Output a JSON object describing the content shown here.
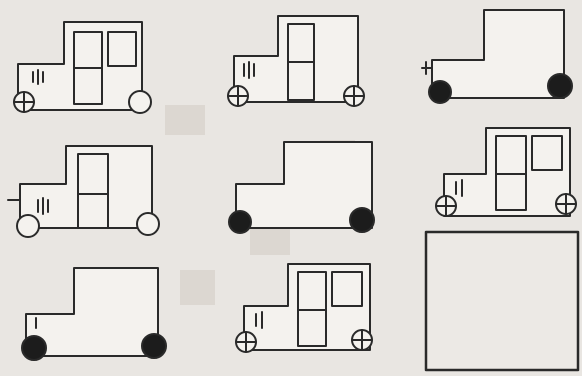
{
  "puzzle": {
    "rows": 3,
    "cols": 3,
    "answer_cell": {
      "row": 3,
      "col": 3,
      "blank": true
    },
    "cells": [
      {
        "row": 1,
        "col": 1,
        "doors": 1,
        "windows": 2,
        "wheels": "white-crossed-front-plain-rear",
        "grille": true
      },
      {
        "row": 1,
        "col": 2,
        "doors": 1,
        "windows": 1,
        "wheels": "white-crossed",
        "grille": true
      },
      {
        "row": 1,
        "col": 3,
        "doors": 0,
        "windows": 0,
        "wheels": "black",
        "grille": false
      },
      {
        "row": 2,
        "col": 1,
        "doors": 1,
        "windows": 1,
        "wheels": "white-plain",
        "grille": true
      },
      {
        "row": 2,
        "col": 2,
        "doors": 0,
        "windows": 0,
        "wheels": "black",
        "grille": false
      },
      {
        "row": 2,
        "col": 3,
        "doors": 1,
        "windows": 2,
        "wheels": "white-crossed",
        "grille": true
      },
      {
        "row": 3,
        "col": 1,
        "doors": 0,
        "windows": 0,
        "wheels": "black",
        "grille": false
      },
      {
        "row": 3,
        "col": 2,
        "doors": 1,
        "windows": 2,
        "wheels": "white-crossed",
        "grille": true
      }
    ]
  },
  "colors": {
    "background": "#e9e6e2",
    "ink": "#2a2a2a",
    "wheel_fill_dark": "#1c1c1c",
    "wheel_fill_light": "#f4f2ee"
  }
}
